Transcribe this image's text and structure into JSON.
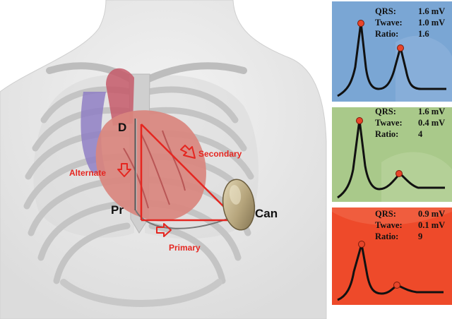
{
  "figure": {
    "electrode_labels": {
      "d": "D",
      "pr": "Pr",
      "can": "Can"
    },
    "vector_labels": {
      "secondary": "Secondary",
      "alternate": "Alternate",
      "primary": "Primary"
    },
    "colors": {
      "vector_red": "#e52620",
      "panel_blue": "#7aa6d4",
      "panel_green": "#a9c98a",
      "panel_red": "#ee4a2a",
      "marker": "#e8452a"
    }
  },
  "panels": [
    {
      "name": "primary-vector-panel",
      "qrs_label": "QRS:",
      "qrs_value": "1.6 mV",
      "twave_label": "Twave:",
      "twave_value": "1.0 mV",
      "ratio_label": "Ratio:",
      "ratio_value": "1.6"
    },
    {
      "name": "secondary-vector-panel",
      "qrs_label": "QRS:",
      "qrs_value": "1.6 mV",
      "twave_label": "Twave:",
      "twave_value": "0.4 mV",
      "ratio_label": "Ratio:",
      "ratio_value": "4"
    },
    {
      "name": "alternate-vector-panel",
      "qrs_label": "QRS:",
      "qrs_value": "0.9 mV",
      "twave_label": "Twave:",
      "twave_value": "0.1 mV",
      "ratio_label": "Ratio:",
      "ratio_value": "9"
    }
  ]
}
